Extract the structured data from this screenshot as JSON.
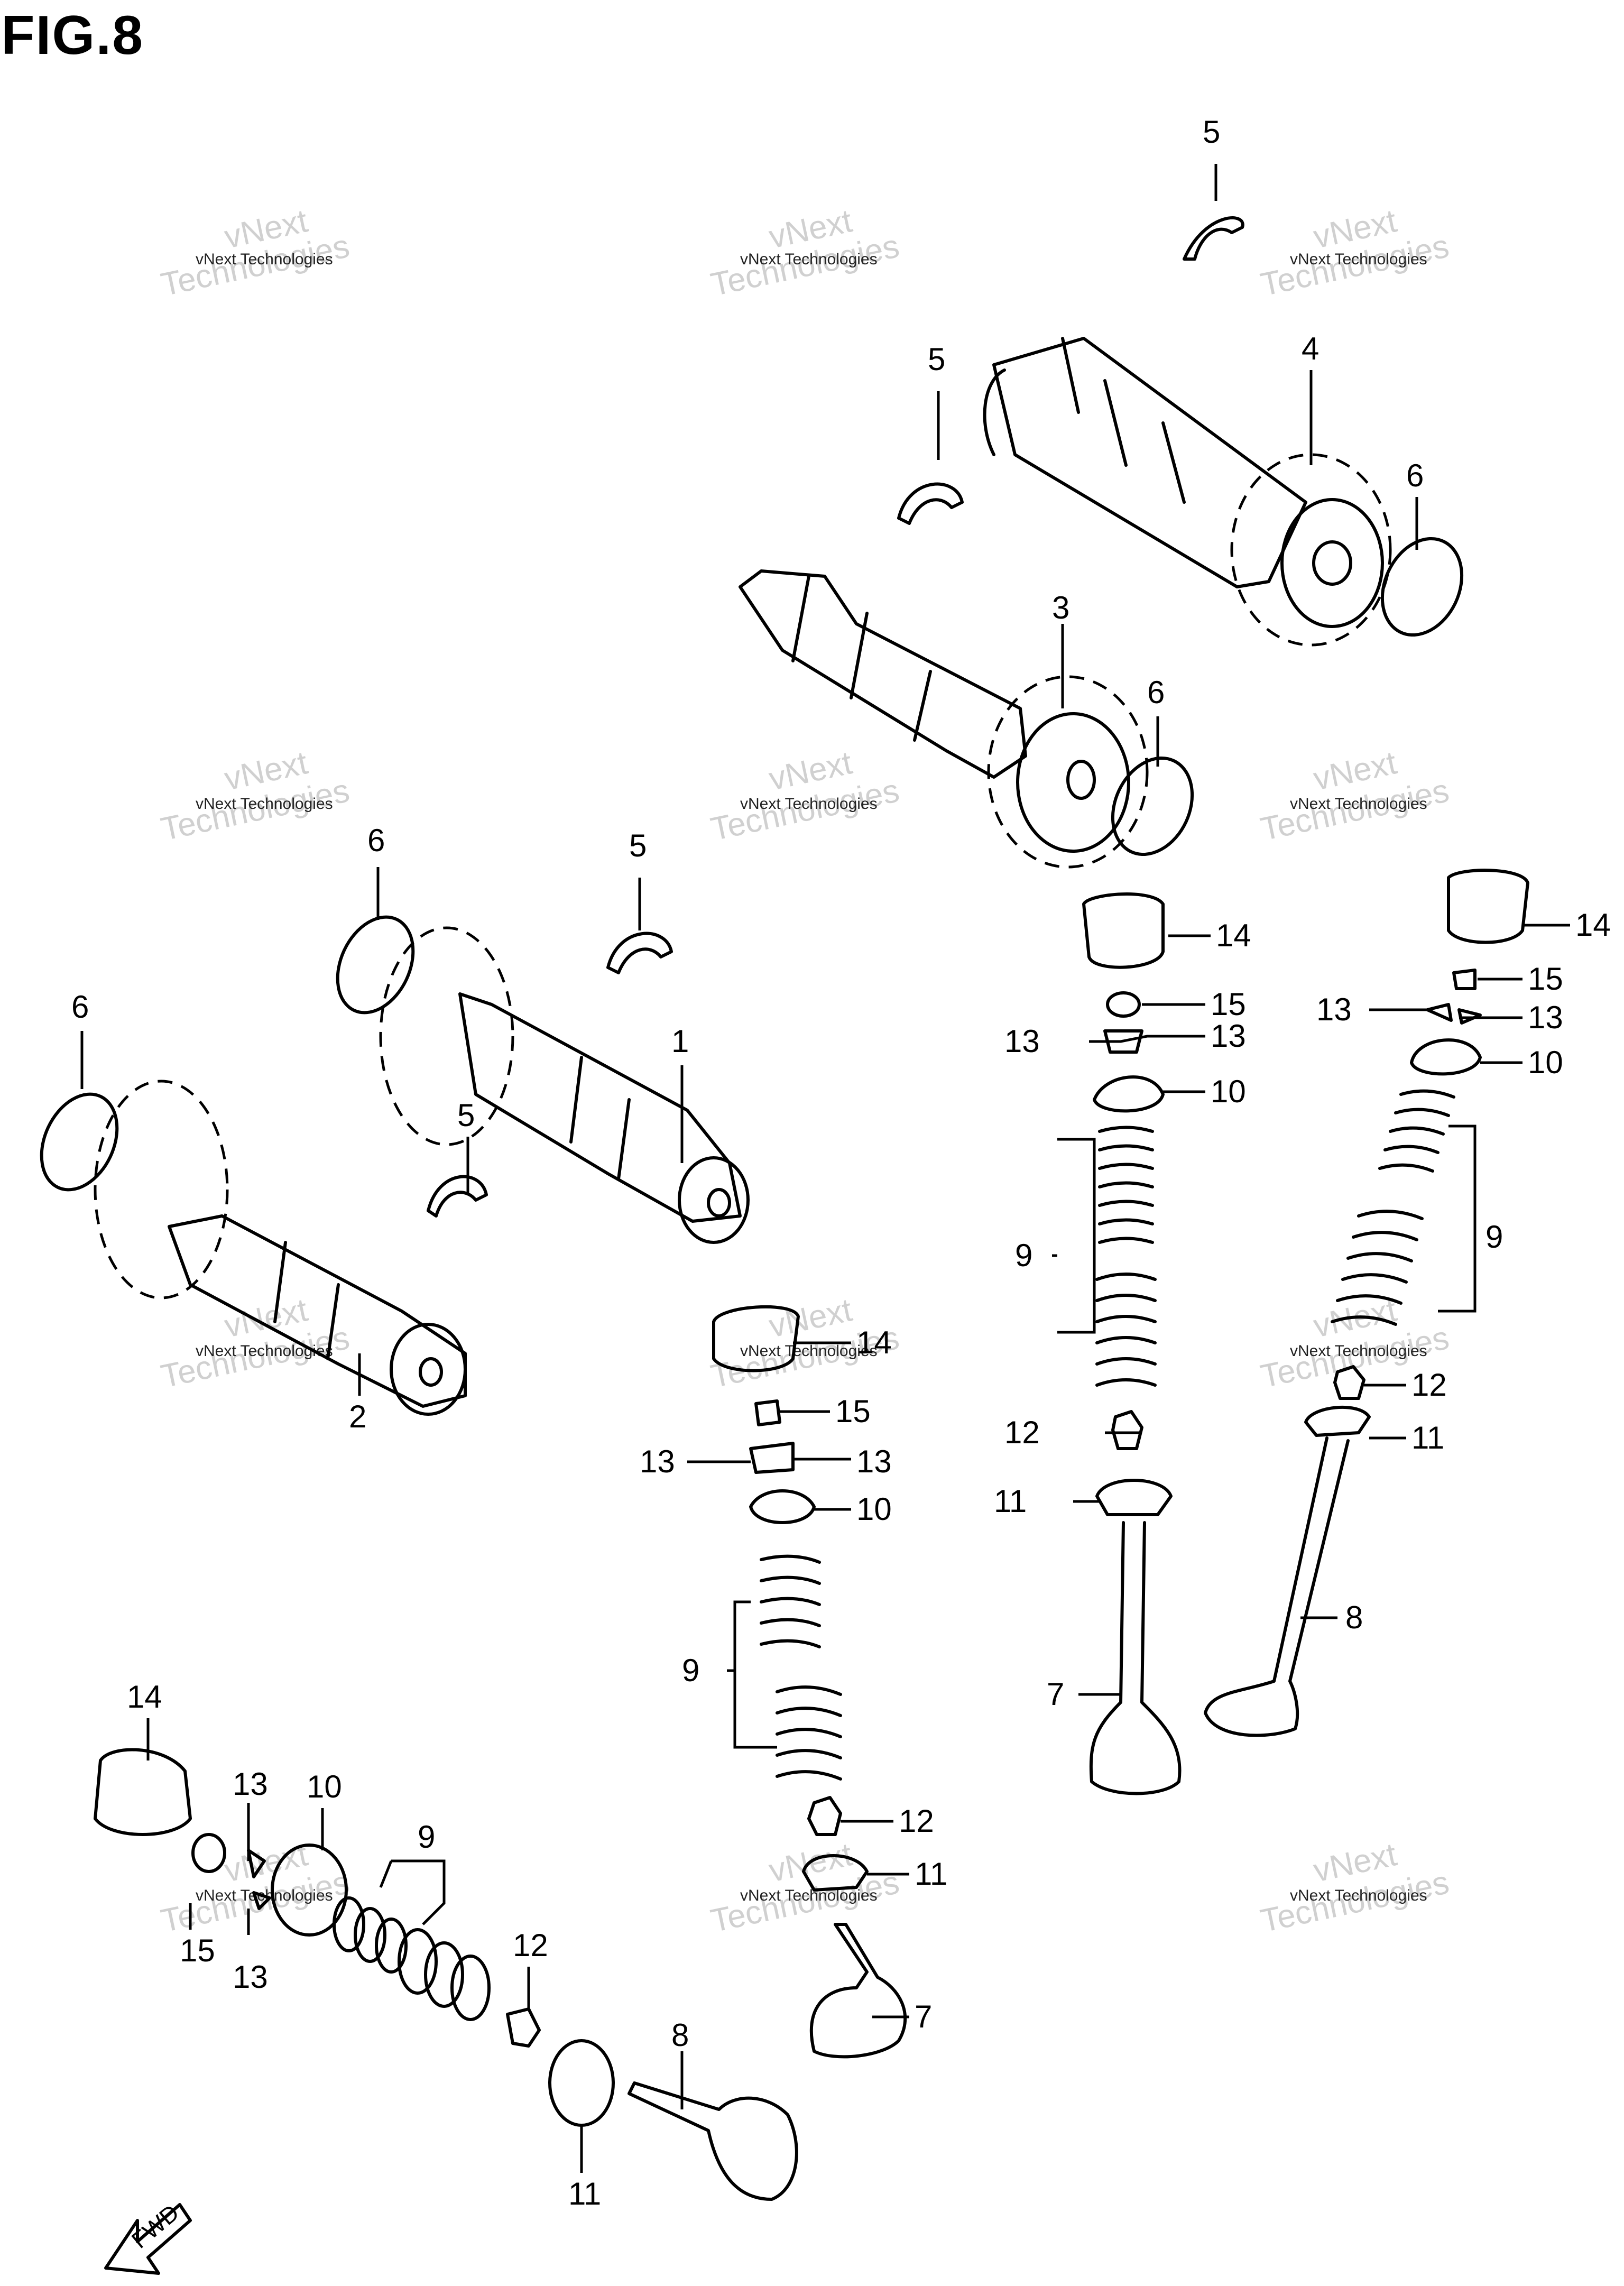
{
  "figure": {
    "title": "FIG.8"
  },
  "watermark": {
    "line1": "vNext Technologies",
    "line2": "vNext",
    "line3": "Technologies"
  },
  "fwd_label": "FWD",
  "callouts": {
    "c1": "1",
    "c2": "2",
    "c3": "3",
    "c4": "4",
    "c5a": "5",
    "c5b": "5",
    "c5c": "5",
    "c5d": "5",
    "c6a": "6",
    "c6b": "6",
    "c6c": "6",
    "c6d": "6",
    "c7a": "7",
    "c7b": "7",
    "c8a": "8",
    "c8b": "8",
    "c9a": "9",
    "c9b": "9",
    "c9c": "9",
    "c9d": "9",
    "c10a": "10",
    "c10b": "10",
    "c10c": "10",
    "c10d": "10",
    "c11a": "11",
    "c11b": "11",
    "c11c": "11",
    "c11d": "11",
    "c12a": "12",
    "c12b": "12",
    "c12c": "12",
    "c12d": "12",
    "c13a": "13",
    "c13b": "13",
    "c13c": "13",
    "c13d": "13",
    "c13e": "13",
    "c13f": "13",
    "c13g": "13",
    "c13h": "13",
    "c14a": "14",
    "c14b": "14",
    "c14c": "14",
    "c14d": "14",
    "c15a": "15",
    "c15b": "15",
    "c15c": "15",
    "c15d": "15"
  }
}
